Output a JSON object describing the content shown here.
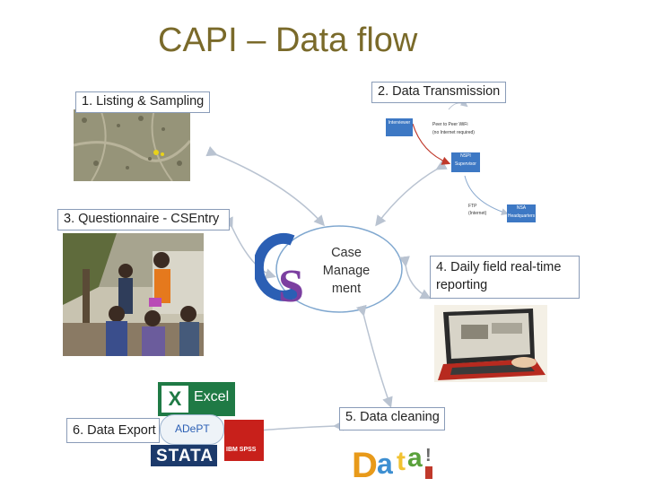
{
  "title": "CAPI – Data flow",
  "center": {
    "label_line1": "Case",
    "label_line2": "Manage",
    "label_line3": "ment"
  },
  "steps": {
    "listing": "1. Listing & Sampling",
    "transmission": "2. Data Transmission",
    "questionnaire": "3. Questionnaire - CSEntry",
    "reporting_line1": "4. Daily field real-time",
    "reporting_line2": "reporting",
    "cleaning": "5. Data cleaning",
    "export": "6. Data Export"
  },
  "transmission_diagram": {
    "interviewer": "Interviewer",
    "p2p_line1": "Peer to Peer WiFi",
    "p2p_line2": "(no Internet required)",
    "supervisor_line1": "NSPI",
    "supervisor_line2": "Supervisor",
    "ftp_line1": "FTP",
    "ftp_line2": "(Internet)",
    "hq_line1": "NSA",
    "hq_line2": "Headquarters"
  },
  "logos": {
    "excel": "Excel",
    "adept": "ADePT",
    "stata": "STATA",
    "spss": "IBM SPSS",
    "data_word": "DATA"
  },
  "colors": {
    "title": "#7a6a2a",
    "box_border": "#8a9cb8",
    "arrow": "#b9c3d1",
    "cs_blue": "#2b5fb4",
    "cs_purple": "#7b3fa0"
  }
}
